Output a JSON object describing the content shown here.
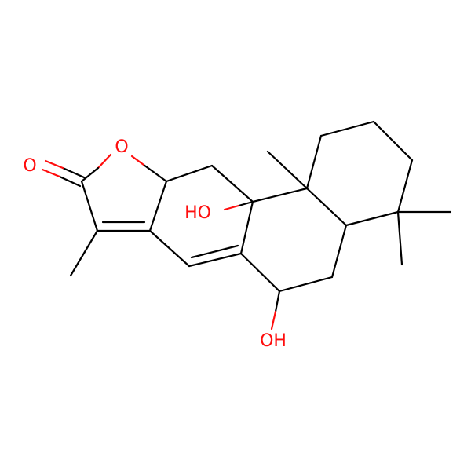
{
  "colors": {
    "background": "#ffffff",
    "bond": "#000000",
    "oxygen": "#ff0d0d"
  },
  "labels": {
    "ring_oxygen": "O",
    "carbonyl_oxygen": "O",
    "hydroxyl_upper": "HO",
    "hydroxyl_lower": "OH"
  }
}
